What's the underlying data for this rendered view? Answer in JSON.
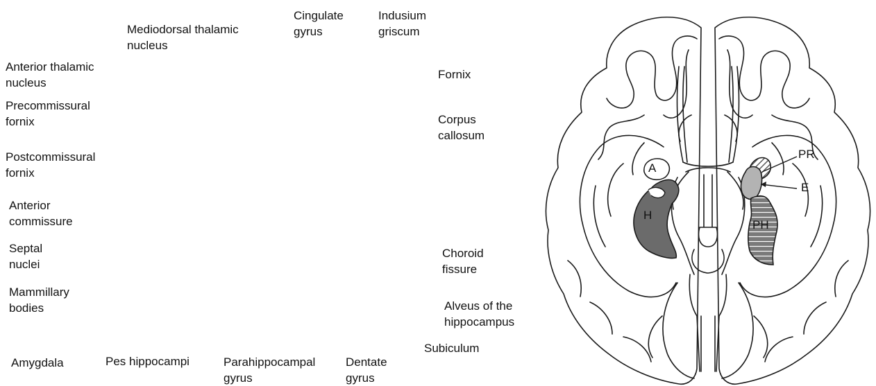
{
  "labels": {
    "mediodorsal_thalamic_nucleus": "Mediodorsal thalamic\nnucleus",
    "cingulate_gyrus": "Cingulate\ngyrus",
    "indusium_griseum": "Indusium\ngriscum",
    "anterior_thalamic_nucleus": "Anterior thalamic\nnucleus",
    "fornix": "Fornix",
    "precommissural_fornix": "Precommissural\nfornix",
    "corpus_callosum": "Corpus\ncallosum",
    "postcommissural_fornix": "Postcommissural\nfornix",
    "anterior_commissure": "Anterior\ncommissure",
    "septal_nuclei": "Septal\nnuclei",
    "choroid_fissure": "Choroid\nfissure",
    "mammillary_bodies": "Mammillary\nbodies",
    "alveus_of_the_hippocampus": "Alveus of the\nhippocampus",
    "subiculum": "Subiculum",
    "amygdala": "Amygdala",
    "pes_hippocampi": "Pes hippocampi",
    "parahippocampal_gyrus": "Parahippocampal\ngyrus",
    "dentate_gyrus": "Dentate\ngyrus"
  },
  "brain_labels": {
    "a": "A",
    "h": "H",
    "pr": "PR",
    "e": "E",
    "ph": "PH"
  },
  "colors": {
    "outline": "#1a1a1a",
    "hippocampus_fill": "#6b6b6b",
    "entorhinal_fill": "#b3b3b3",
    "perirhinal_hatch": "#5a5a5a",
    "parahippocampal_fill": "#7a7a7a",
    "background": "#ffffff"
  }
}
